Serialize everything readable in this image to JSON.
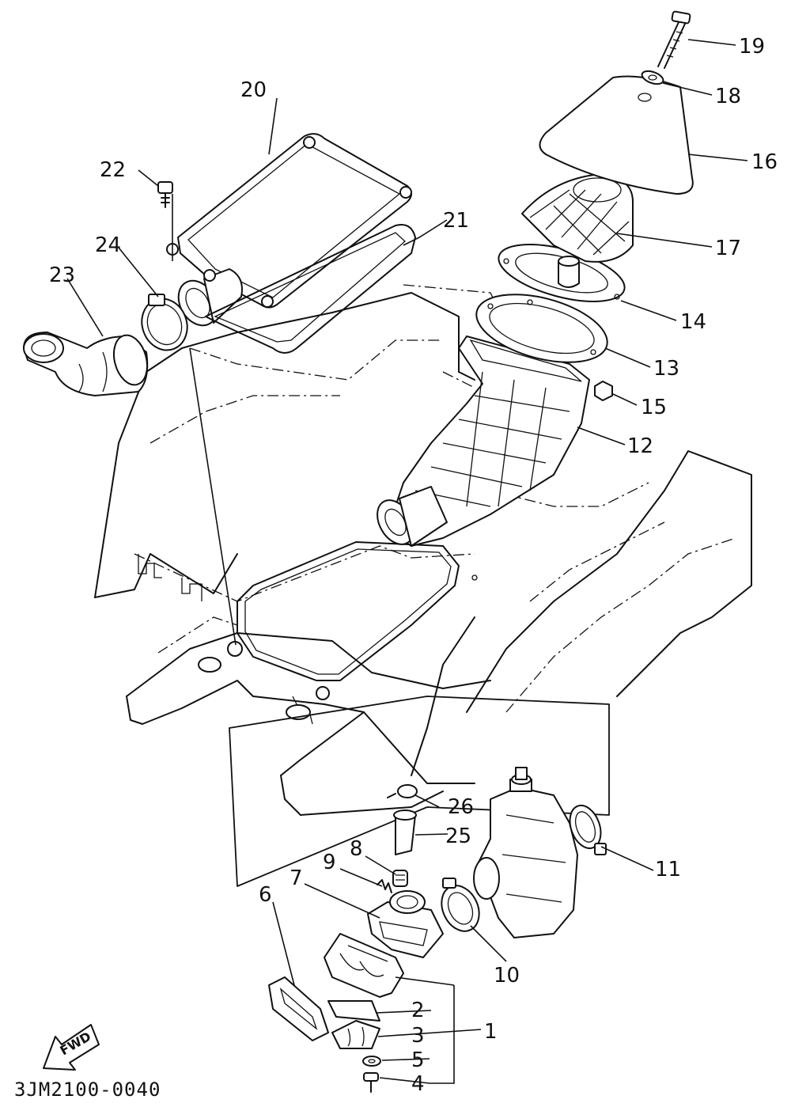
{
  "diagram": {
    "code": "3JM2100-0040",
    "fwd_label": "FWD",
    "callouts": {
      "c1": "1",
      "c2": "2",
      "c3": "3",
      "c4": "4",
      "c5": "5",
      "c6": "6",
      "c7": "7",
      "c8": "8",
      "c9": "9",
      "c10": "10",
      "c11": "11",
      "c12": "12",
      "c13": "13",
      "c14": "14",
      "c15": "15",
      "c16": "16",
      "c17": "17",
      "c18": "18",
      "c19": "19",
      "c20": "20",
      "c21": "21",
      "c22": "22",
      "c23": "23",
      "c24": "24",
      "c25": "25",
      "c26": "26"
    }
  }
}
